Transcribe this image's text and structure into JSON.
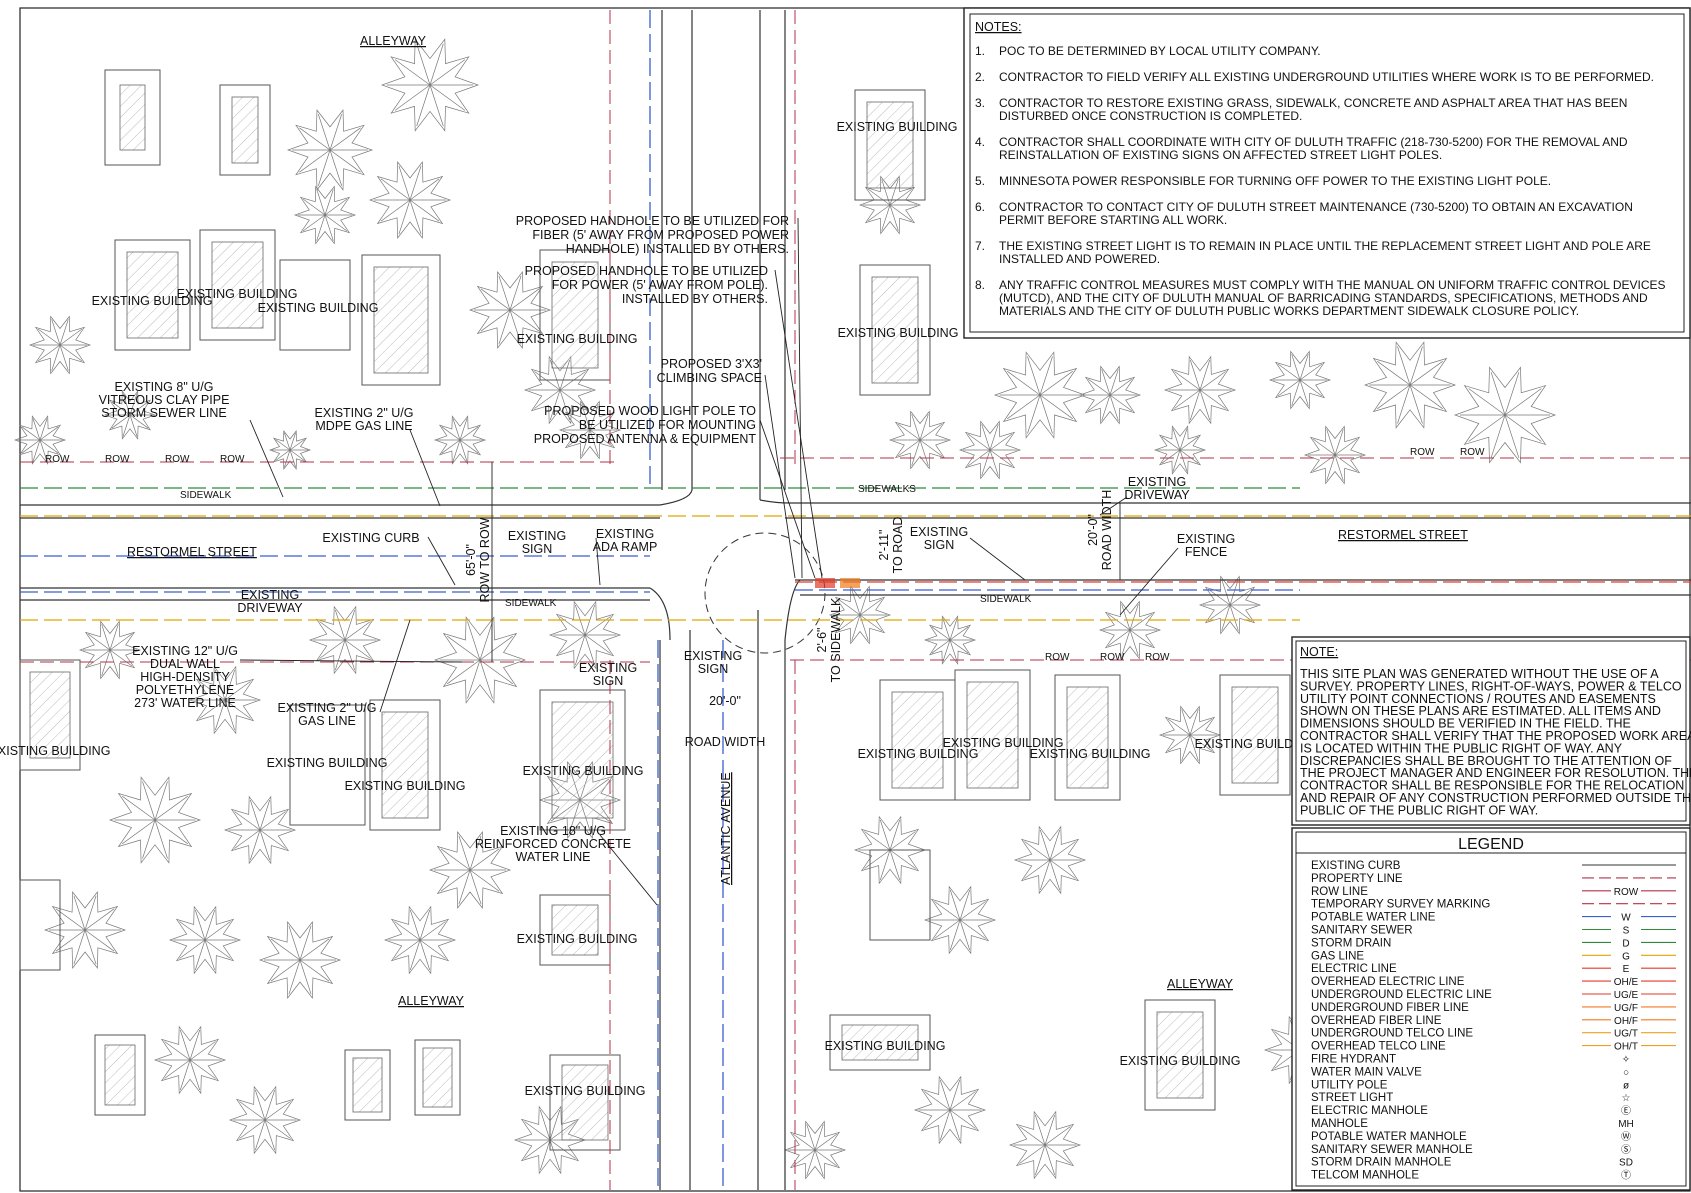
{
  "labels": {
    "alleyway_top": "ALLEYWAY",
    "alleyway_bottom_left": "ALLEYWAY",
    "alleyway_bottom_right": "ALLEYWAY",
    "restormel_left": "RESTORMEL STREET",
    "restormel_right": "RESTORMEL STREET",
    "atlantic": "ATLANTIC AVENUE",
    "existing_building": "EXISTING BUILDING",
    "sidewalk": "SIDEWALK",
    "sidewalks": "SIDEWALKS",
    "row": "ROW",
    "storm_sewer": [
      "EXISTING 8\" U/G",
      "VITREOUS CLAY PIPE",
      "STORM SEWER LINE"
    ],
    "gas_mdpe": [
      "EXISTING 2\" U/G",
      "MDPE GAS LINE"
    ],
    "handhole_fiber": [
      "PROPOSED HANDHOLE TO BE UTILIZED FOR",
      "FIBER (5' AWAY FROM PROPOSED POWER",
      "HANDHOLE) INSTALLED BY OTHERS."
    ],
    "handhole_power": [
      "PROPOSED HANDHOLE TO BE UTILIZED",
      "FOR POWER (5' AWAY FROM POLE).",
      "INSTALLED BY OTHERS."
    ],
    "climbing": [
      "PROPOSED 3'X3'",
      "CLIMBING SPACE"
    ],
    "wood_pole": [
      "PROPOSED WOOD LIGHT POLE TO",
      "BE UTILIZED FOR MOUNTING",
      "PROPOSED ANTENNA & EQUIPMENT"
    ],
    "existing_curb": "EXISTING CURB",
    "existing_sign": [
      "EXISTING",
      "SIGN"
    ],
    "ada_ramp": [
      "EXISTING",
      "ADA RAMP"
    ],
    "existing_driveway": [
      "EXISTING",
      "DRIVEWAY"
    ],
    "existing_fence": [
      "EXISTING",
      "FENCE"
    ],
    "row_to_row": [
      "65'-0\"",
      "ROW TO ROW"
    ],
    "to_road": [
      "2'-11\"",
      "TO ROAD"
    ],
    "road_width_right": [
      "20'-0\"",
      "ROAD WIDTH"
    ],
    "to_sidewalk": [
      "2'-6\"",
      "TO SIDEWALK"
    ],
    "road_width_bottom": [
      "20'-0\"",
      "ROAD WIDTH"
    ],
    "water_hdpe": [
      "EXISTING 12\" U/G",
      "DUAL WALL",
      "HIGH-DENSITY",
      "POLYETHYLENE",
      "273' WATER LINE"
    ],
    "gas_line": [
      "EXISTING 2\" U/G",
      "GAS LINE"
    ],
    "water_concrete": [
      "EXISTING 18\" U/G",
      "REINFORCED CONCRETE",
      "WATER LINE"
    ]
  },
  "notes": {
    "title": "NOTES:",
    "items": [
      {
        "num": "1.",
        "lines": [
          "POC TO BE DETERMINED BY LOCAL UTILITY COMPANY."
        ]
      },
      {
        "num": "2.",
        "lines": [
          "CONTRACTOR TO FIELD VERIFY ALL EXISTING UNDERGROUND UTILITIES WHERE WORK IS TO BE PERFORMED."
        ]
      },
      {
        "num": "3.",
        "lines": [
          "CONTRACTOR TO RESTORE EXISTING GRASS, SIDEWALK, CONCRETE AND ASPHALT AREA THAT HAS BEEN",
          "DISTURBED ONCE CONSTRUCTION IS COMPLETED."
        ]
      },
      {
        "num": "4.",
        "lines": [
          "CONTRACTOR SHALL COORDINATE WITH CITY OF DULUTH TRAFFIC (218-730-5200) FOR THE REMOVAL AND",
          "REINSTALLATION OF EXISTING SIGNS ON AFFECTED STREET LIGHT POLES."
        ]
      },
      {
        "num": "5.",
        "lines": [
          "MINNESOTA POWER RESPONSIBLE FOR TURNING OFF POWER TO THE EXISTING LIGHT POLE."
        ]
      },
      {
        "num": "6.",
        "lines": [
          "CONTRACTOR TO CONTACT CITY OF DULUTH STREET MAINTENANCE (730-5200) TO OBTAIN AN EXCAVATION",
          "PERMIT BEFORE STARTING ALL WORK."
        ]
      },
      {
        "num": "7.",
        "lines": [
          "THE EXISTING STREET LIGHT IS TO REMAIN IN PLACE UNTIL THE REPLACEMENT STREET LIGHT AND POLE ARE",
          "INSTALLED AND POWERED."
        ]
      },
      {
        "num": "8.",
        "lines": [
          "ANY TRAFFIC CONTROL MEASURES MUST COMPLY WITH THE MANUAL ON UNIFORM TRAFFIC CONTROL DEVICES",
          "(MUTCD), AND THE CITY OF DULUTH MANUAL OF BARRICADING STANDARDS, SPECIFICATIONS, METHODS AND",
          "MATERIALS AND THE CITY OF DULUTH PUBLIC WORKS DEPARTMENT SIDEWALK CLOSURE POLICY."
        ]
      }
    ]
  },
  "site_note": {
    "title": "NOTE:",
    "lines": [
      "THIS SITE PLAN WAS GENERATED WITHOUT THE USE OF A",
      "SURVEY. PROPERTY LINES, RIGHT-OF-WAYS, POWER & TELCO",
      "UTILITY POINT CONNECTIONS / ROUTES AND EASEMENTS",
      "SHOWN ON THESE PLANS ARE ESTIMATED. ALL ITEMS AND",
      "DIMENSIONS SHOULD BE VERIFIED IN THE FIELD. THE",
      "CONTRACTOR SHALL VERIFY THAT THE PROPOSED WORK AREA",
      "IS LOCATED WITHIN THE PUBLIC RIGHT OF WAY. ANY",
      "DISCREPANCIES SHALL BE BROUGHT TO THE ATTENTION OF",
      "THE PROJECT MANAGER AND ENGINEER FOR RESOLUTION. THE",
      "CONTRACTOR SHALL BE RESPONSIBLE FOR THE RELOCATION",
      "AND REPAIR OF ANY CONSTRUCTION PERFORMED OUTSIDE THE",
      "PUBLIC OF THE PUBLIC RIGHT OF WAY."
    ]
  },
  "legend": {
    "title": "LEGEND",
    "items": [
      {
        "label": "EXISTING CURB",
        "sym": "",
        "color": "#333333",
        "kind": "line"
      },
      {
        "label": "PROPERTY LINE",
        "sym": "",
        "color": "#b2334a",
        "kind": "dash"
      },
      {
        "label": "ROW LINE",
        "sym": "ROW",
        "color": "#b2334a",
        "kind": "line"
      },
      {
        "label": "TEMPORARY SURVEY MARKING",
        "sym": "",
        "color": "#b2334a",
        "kind": "dash"
      },
      {
        "label": "POTABLE WATER LINE",
        "sym": "W",
        "color": "#3a5fd0",
        "kind": "line"
      },
      {
        "label": "SANITARY SEWER",
        "sym": "S",
        "color": "#2f8a3c",
        "kind": "line"
      },
      {
        "label": "STORM DRAIN",
        "sym": "D",
        "color": "#2f8a3c",
        "kind": "line"
      },
      {
        "label": "GAS LINE",
        "sym": "G",
        "color": "#e1a500",
        "kind": "line"
      },
      {
        "label": "ELECTRIC LINE",
        "sym": "E",
        "color": "#e03a2a",
        "kind": "line"
      },
      {
        "label": "OVERHEAD ELECTRIC LINE",
        "sym": "OH/E",
        "color": "#e03a2a",
        "kind": "line"
      },
      {
        "label": "UNDERGROUND ELECTRIC LINE",
        "sym": "UG/E",
        "color": "#e03a2a",
        "kind": "line"
      },
      {
        "label": "UNDERGROUND FIBER LINE",
        "sym": "UG/F",
        "color": "#f07a20",
        "kind": "line"
      },
      {
        "label": "OVERHEAD FIBER LINE",
        "sym": "OH/F",
        "color": "#f07a20",
        "kind": "line"
      },
      {
        "label": "UNDERGROUND TELCO LINE",
        "sym": "UG/T",
        "color": "#f0a020",
        "kind": "line"
      },
      {
        "label": "OVERHEAD TELCO LINE",
        "sym": "OH/T",
        "color": "#f0a020",
        "kind": "line"
      },
      {
        "label": "FIRE HYDRANT",
        "sym": "✧",
        "color": "#222222",
        "kind": "icon"
      },
      {
        "label": "WATER MAIN VALVE",
        "sym": "○",
        "color": "#222222",
        "kind": "icon"
      },
      {
        "label": "UTILITY POLE",
        "sym": "ø",
        "color": "#222222",
        "kind": "icon"
      },
      {
        "label": "STREET LIGHT",
        "sym": "☆",
        "color": "#222222",
        "kind": "icon"
      },
      {
        "label": "ELECTRIC MANHOLE",
        "sym": "Ⓔ",
        "color": "#222222",
        "kind": "icon"
      },
      {
        "label": "MANHOLE",
        "sym": "MH",
        "color": "#222222",
        "kind": "icon"
      },
      {
        "label": "POTABLE WATER MANHOLE",
        "sym": "Ⓦ",
        "color": "#222222",
        "kind": "icon"
      },
      {
        "label": "SANITARY SEWER MANHOLE",
        "sym": "Ⓢ",
        "color": "#222222",
        "kind": "icon"
      },
      {
        "label": "STORM DRAIN MANHOLE",
        "sym": "SD",
        "color": "#222222",
        "kind": "icon"
      },
      {
        "label": "TELCOM MANHOLE",
        "sym": "Ⓣ",
        "color": "#222222",
        "kind": "icon"
      }
    ]
  }
}
